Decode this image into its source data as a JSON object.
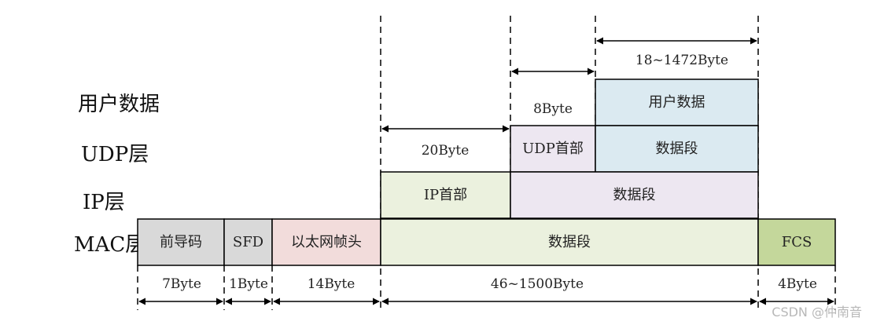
{
  "layers": {
    "user_data": "用户数据",
    "udp": "UDP层",
    "ip": "IP层",
    "mac": "MAC层"
  },
  "boxes": {
    "user_payload": {
      "label": "用户数据",
      "color": "#dbeaf1"
    },
    "udp_header": {
      "label": "UDP首部",
      "color": "#ede7f1"
    },
    "udp_data": {
      "label": "数据段",
      "color": "#dbeaf1"
    },
    "ip_header": {
      "label": "IP首部",
      "color": "#ebf1de"
    },
    "ip_data": {
      "label": "数据段",
      "color": "#ede7f1"
    },
    "preamble": {
      "label": "前导码",
      "color": "#d9d9d9"
    },
    "sfd": {
      "label": "SFD",
      "color": "#d9d9d9"
    },
    "eth_header": {
      "label": "以太网帧头",
      "color": "#f2dcdb"
    },
    "mac_data": {
      "label": "数据段",
      "color": "#ebf1de"
    },
    "fcs": {
      "label": "FCS",
      "color": "#c4d79b"
    }
  },
  "dimensions": {
    "user_data_size": "18~1472Byte",
    "udp_header_size": "8Byte",
    "ip_header_size": "20Byte",
    "preamble_size": "7Byte",
    "sfd_size": "1Byte",
    "eth_header_size": "14Byte",
    "mac_data_size": "46~1500Byte",
    "fcs_size": "4Byte"
  },
  "watermark": "CSDN @仲南音"
}
